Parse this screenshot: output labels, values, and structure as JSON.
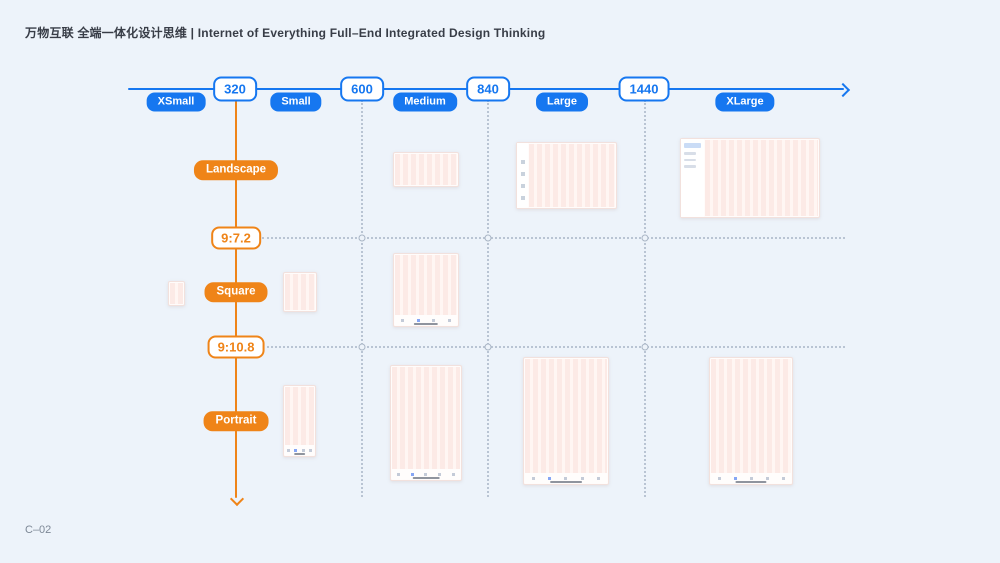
{
  "title": "万物互联 全端一体化设计思维 | Internet of Everything Full–End Integrated Design Thinking",
  "footer_code": "C–02",
  "colors": {
    "blue": "#1677f0",
    "orange": "#ef8418",
    "background": "#edf3fa"
  },
  "axis": {
    "breakpoints": [
      "320",
      "600",
      "840",
      "1440"
    ],
    "size_labels": [
      "XSmall",
      "Small",
      "Medium",
      "Large",
      "XLarge"
    ],
    "orientation_labels": [
      "Landscape",
      "Square",
      "Portrait"
    ],
    "ratio_labels": [
      "9:7.2",
      "9:10.8"
    ]
  },
  "mockups": [
    {
      "row": "Landscape",
      "column": "Medium"
    },
    {
      "row": "Landscape",
      "column": "Large"
    },
    {
      "row": "Landscape",
      "column": "XLarge"
    },
    {
      "row": "Square",
      "column": "XSmall"
    },
    {
      "row": "Square",
      "column": "Small"
    },
    {
      "row": "Square",
      "column": "Medium"
    },
    {
      "row": "Portrait",
      "column": "Small"
    },
    {
      "row": "Portrait",
      "column": "Medium"
    },
    {
      "row": "Portrait",
      "column": "Large"
    },
    {
      "row": "Portrait",
      "column": "XLarge"
    }
  ]
}
